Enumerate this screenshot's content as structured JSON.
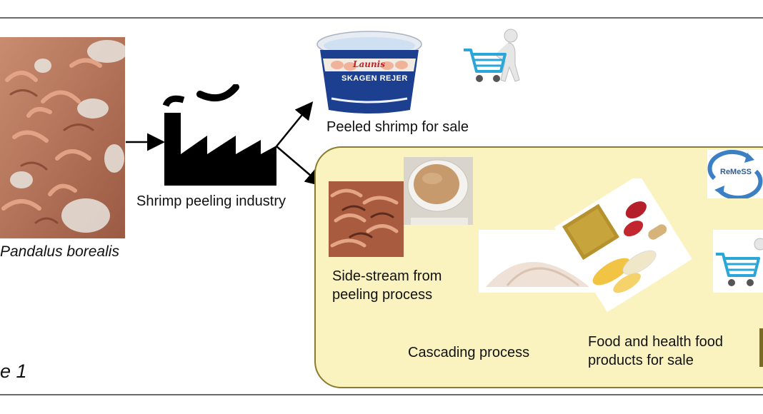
{
  "labels": {
    "species": "Pandalus borealis",
    "industry": "Shrimp peeling industry",
    "peeled": "Peeled shrimp for sale",
    "side_stream_line1": "Side-stream from",
    "side_stream_line2": "peeling process",
    "cascading": "Cascading process",
    "food_line1": "Food and health food",
    "food_line2": "products for sale",
    "figure_fragment": "e 1"
  },
  "product_tub": {
    "brand": "Launis",
    "name": "SKAGEN REJER"
  },
  "logo": {
    "text": "ReMeSS"
  },
  "colors": {
    "panel_fill": "#fbf3bf",
    "panel_border": "#8a7b2d",
    "frame_line": "#6b6b6b",
    "arrow": "#000000"
  },
  "icons": [
    "shrimp-pile-photo",
    "factory-icon",
    "shrimp-tub-photo",
    "shopping-cart-person-icon",
    "side-stream-shells-photo",
    "broth-cup-photo",
    "powder-pile-photo",
    "supplements-photo",
    "remess-logo-icon",
    "shopping-cart-icon"
  ]
}
